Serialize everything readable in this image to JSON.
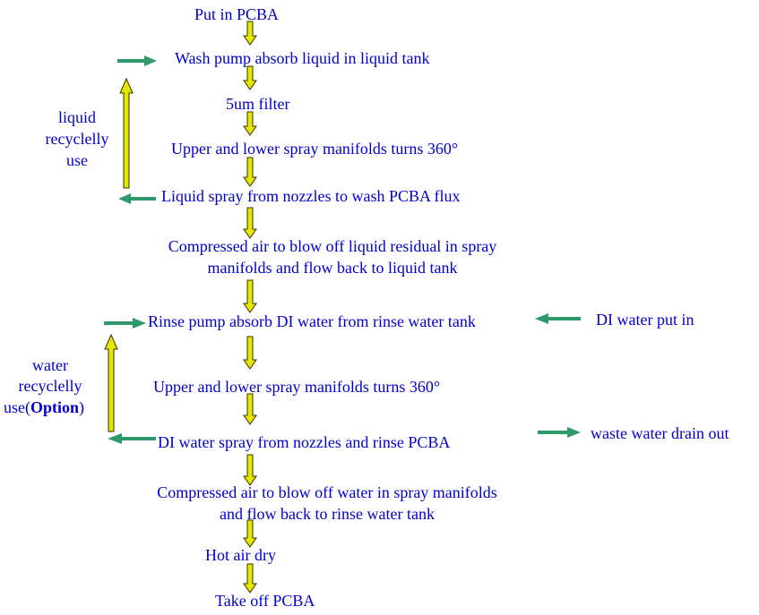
{
  "steps": [
    "Put in PCBA",
    "Wash pump absorb liquid in liquid tank",
    "5um filter",
    "Upper and lower spray manifolds turns 360°",
    "Liquid spray from nozzles to wash PCBA flux",
    "Compressed air to blow off liquid residual in spray",
    "manifolds and flow back to liquid tank",
    "Rinse pump absorb DI water from rinse water tank",
    "Upper and lower spray manifolds turns 360°",
    "DI water spray from nozzles and rinse PCBA",
    "Compressed air to blow off water in spray manifolds",
    "and flow back to rinse water tank",
    "Hot air dry",
    "Take off PCBA"
  ],
  "side_labels": {
    "liquid_recycle": [
      "liquid",
      "recyclelly",
      "use"
    ],
    "water_recycle": [
      "water",
      "recyclelly",
      "use(",
      "Option",
      ")"
    ],
    "di_water_in": "DI water put in",
    "waste_water": "waste water drain out"
  },
  "colors": {
    "text": "#0000cc",
    "down_arrow_fill": "#e6e600",
    "down_arrow_stroke": "#333300",
    "side_arrow": "#2e9a6a"
  }
}
